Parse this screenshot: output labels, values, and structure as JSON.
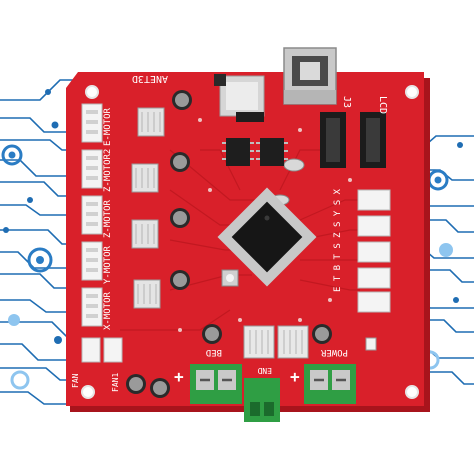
{
  "board": {
    "name": "ANET3D",
    "labels": {
      "j3": "J3",
      "lcd": "LCD",
      "fan": "FAN",
      "fan1": "FAN1",
      "bed": "BED",
      "end": "END",
      "power": "POWER",
      "motor_x": "X-MOTOR",
      "motor_y": "Y-MOTOR",
      "motor_z": "Z-MOTOR",
      "motor_z2": "Z-MOTOR2",
      "motor_e": "E-MOTOR",
      "endstops": "E T B T S Z S Y S X",
      "plus1": "+",
      "plus2": "+"
    }
  },
  "colors": {
    "pcb": "#d9202a",
    "pcb_dark": "#a8141c",
    "terminal_green": "#2f9e44",
    "circuit_blue": "#1f6db3",
    "circuit_light": "#8ec5ef"
  }
}
